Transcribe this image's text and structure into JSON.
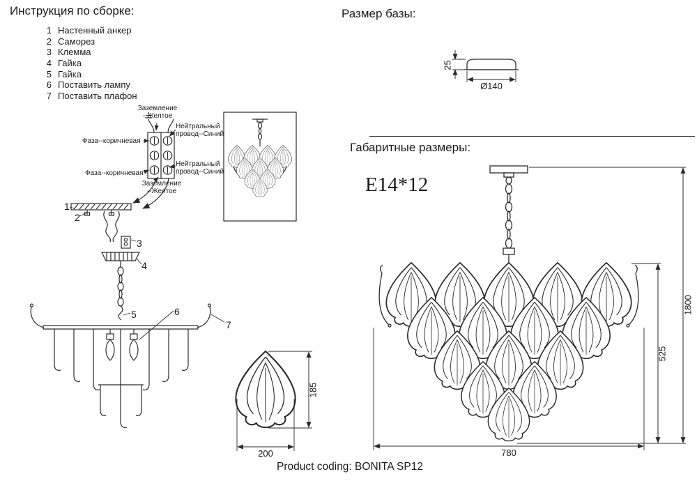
{
  "instructions": {
    "title": "Инструкция по сборке:",
    "items": [
      {
        "num": "1",
        "label": "Настенный анкер"
      },
      {
        "num": "2",
        "label": "Саморез"
      },
      {
        "num": "3",
        "label": "Клемма"
      },
      {
        "num": "4",
        "label": "Гайка"
      },
      {
        "num": "5",
        "label": "Гайка"
      },
      {
        "num": "6",
        "label": "Поставить лампу"
      },
      {
        "num": "7",
        "label": "Поставить плафон"
      }
    ]
  },
  "wiring": {
    "ground_top": "Заземление\n--Желтое",
    "neutral_top": "Нейтральный\nпровод--Синий",
    "phase_top": "Фаза--коричневая",
    "phase_bottom": "Фаза--коричневая",
    "neutral_bottom": "Нейтральный\nпровод--Синий",
    "ground_bottom": "Заземление\n--Желтое"
  },
  "callouts": [
    "1",
    "2",
    "3",
    "4",
    "5",
    "6",
    "7"
  ],
  "base": {
    "title": "Размер базы:",
    "height": "25",
    "diameter": "Ø140"
  },
  "overall": {
    "title": "Габаритные размеры:",
    "socket": "E14*12",
    "total_height": "1800",
    "body_height": "525",
    "width": "780"
  },
  "leaf": {
    "height": "185",
    "width": "200"
  },
  "footer": {
    "product_coding": "Product coding: BONITA SP12"
  }
}
